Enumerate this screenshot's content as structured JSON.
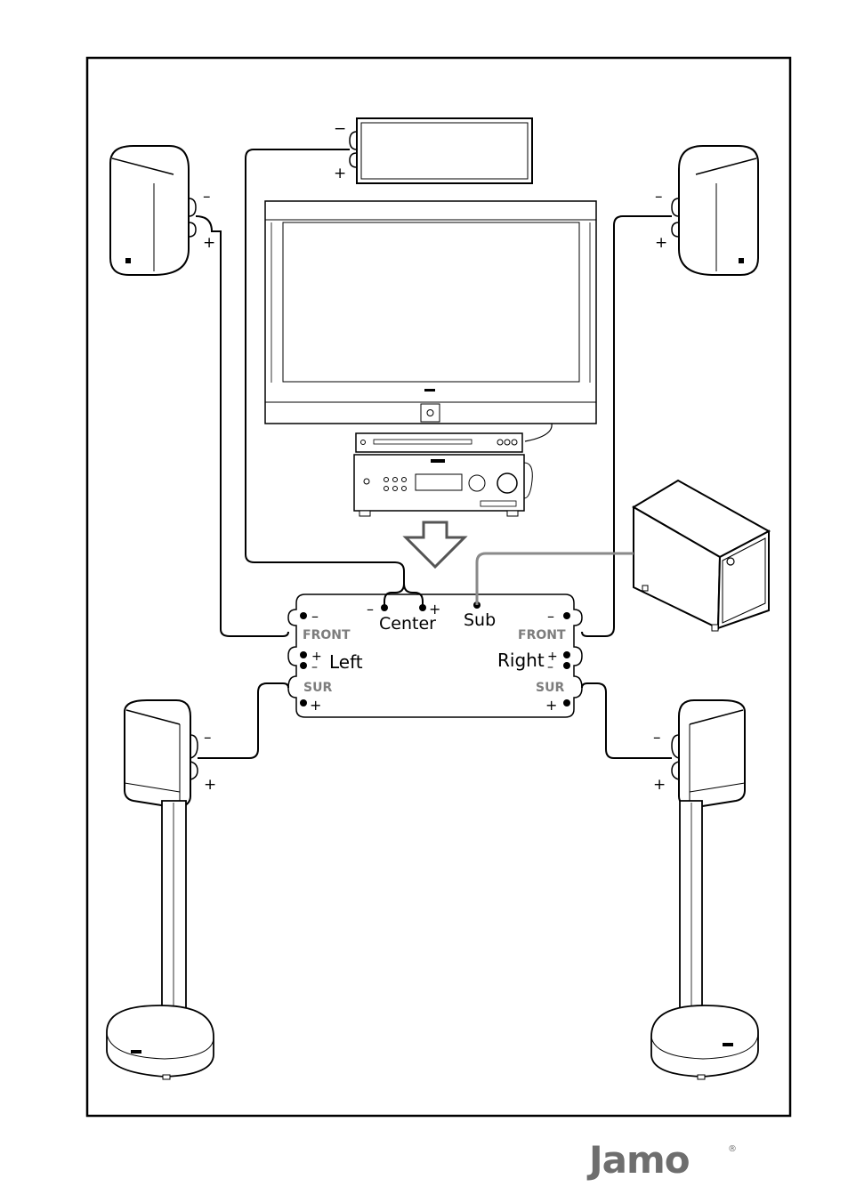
{
  "terminals": {
    "minus": "−",
    "plus": "+",
    "minus_wide": "–"
  },
  "panel": {
    "center": "Center",
    "sub": "Sub",
    "front_left": "FRONT",
    "front_right": "FRONT",
    "left": "Left",
    "right": "Right",
    "sur_left": "SUR",
    "sur_right": "SUR"
  },
  "logo": {
    "text": "Jamo",
    "mark": "®"
  },
  "colors": {
    "line": "#000000",
    "sub_cable": "#8a8a8a",
    "grey_label": "#7d7d7d",
    "logo": "#6e6e6e"
  }
}
